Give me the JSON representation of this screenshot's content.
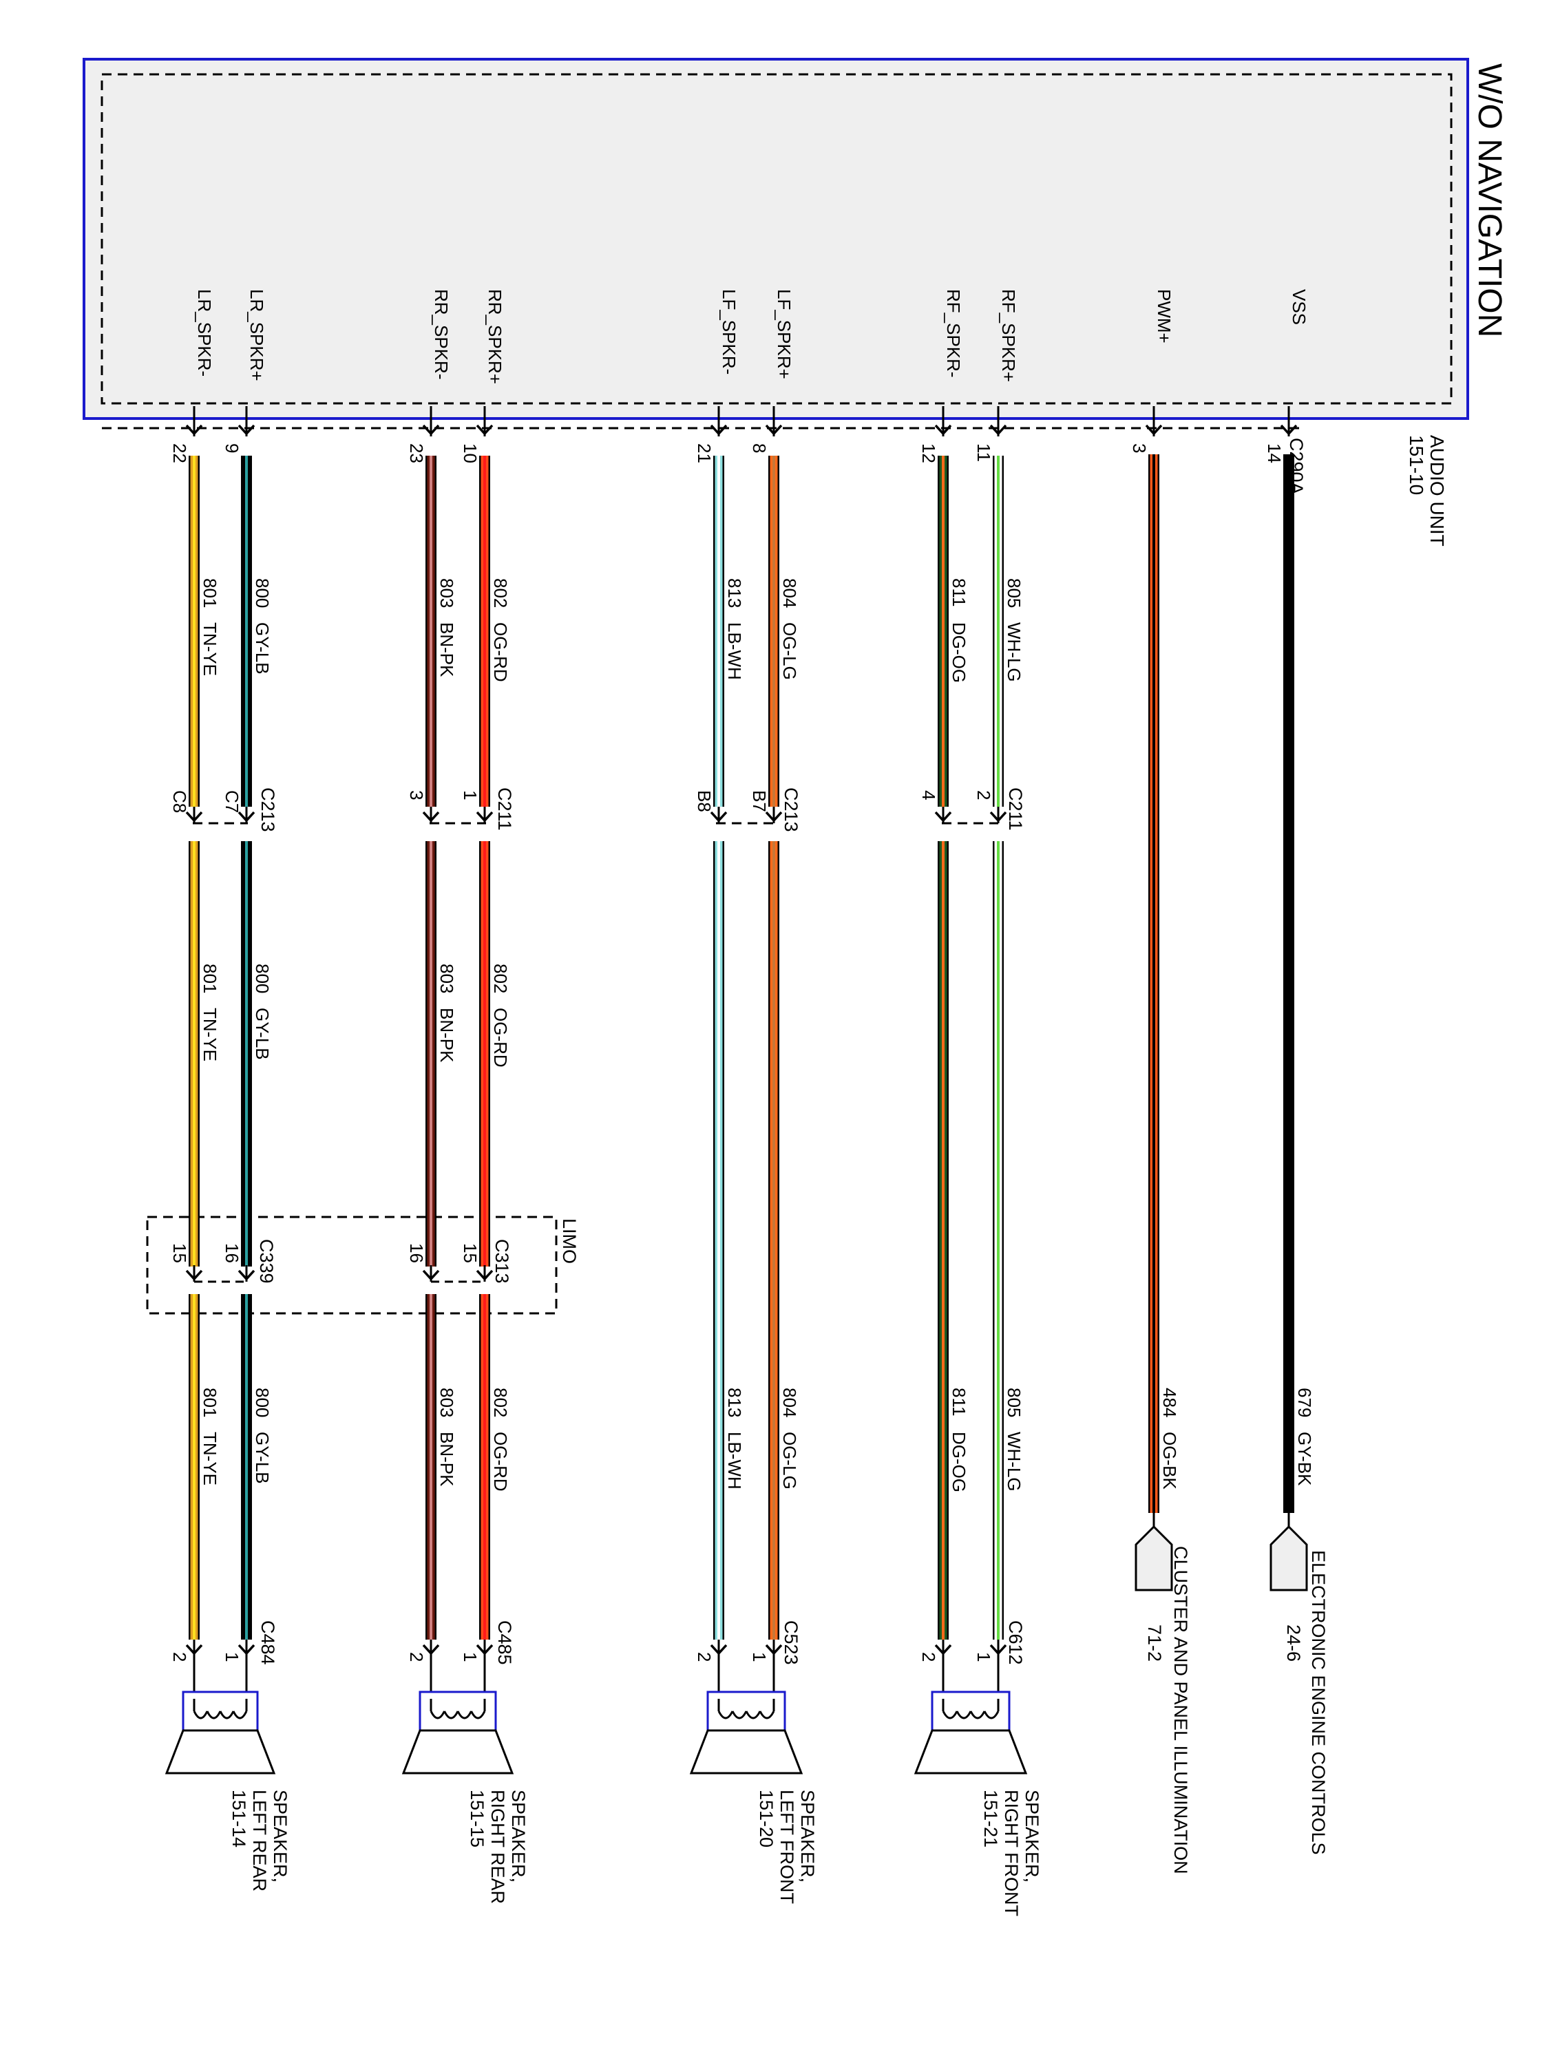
{
  "header": {
    "title": "W/O NAVIGATION",
    "unit_name": "AUDIO UNIT",
    "unit_ref": "151-10",
    "limo_label": "LIMO"
  },
  "connectors": {
    "audio_unit": "C290A",
    "c211": "C211",
    "c213": "C213",
    "c339": "C339",
    "c313": "C313",
    "c484": "C484",
    "c485": "C485",
    "c523": "C523",
    "c612": "C612"
  },
  "wires": [
    {
      "key": "vss",
      "signal": "VSS",
      "pin": "14",
      "circuit": "679",
      "color_code": "GY-BK",
      "colors": [
        "#000000"
      ]
    },
    {
      "key": "pwm",
      "signal": "PWM+",
      "pin": "3",
      "circuit": "484",
      "color_code": "OG-BK",
      "colors": [
        "#ff5a1a",
        "#000000"
      ]
    },
    {
      "key": "rf_pos",
      "signal": "RF_SPKR+",
      "pin": "11",
      "circuit": "805",
      "color_code": "WH-LG",
      "colors": [
        "#ffffff",
        "#66dd44"
      ],
      "mid_pin": "2"
    },
    {
      "key": "rf_neg",
      "signal": "RF_SPKR-",
      "pin": "12",
      "circuit": "811",
      "color_code": "DG-OG",
      "colors": [
        "#1e5a22",
        "#ff6a1a"
      ],
      "mid_pin": "4"
    },
    {
      "key": "lf_pos",
      "signal": "LF_SPKR+",
      "pin": "8",
      "circuit": "804",
      "color_code": "OG-LG",
      "colors": [
        "#ff6a1a",
        "#c87838"
      ],
      "mid_pin": "B7"
    },
    {
      "key": "lf_neg",
      "signal": "LF_SPKR-",
      "pin": "21",
      "circuit": "813",
      "color_code": "LB-WH",
      "colors": [
        "#8ee0e0",
        "#ffffff"
      ],
      "mid_pin": "B8"
    },
    {
      "key": "rr_pos",
      "signal": "RR_SPKR+",
      "pin": "10",
      "circuit": "802",
      "color_code": "OG-RD",
      "colors": [
        "#ff4a1a",
        "#ff1a1a"
      ],
      "mid_pin": "1",
      "limo_pin": "15"
    },
    {
      "key": "rr_neg",
      "signal": "RR_SPKR-",
      "pin": "23",
      "circuit": "803",
      "color_code": "BN-PK",
      "colors": [
        "#6b1a10",
        "#d08080"
      ],
      "mid_pin": "3",
      "limo_pin": "16"
    },
    {
      "key": "lr_pos",
      "signal": "LR_SPKR+",
      "pin": "9",
      "circuit": "800",
      "color_code": "GY-LB",
      "colors": [
        "#000000",
        "#2aa0a0"
      ],
      "mid_pin": "C7",
      "limo_pin": "16"
    },
    {
      "key": "lr_neg",
      "signal": "LR_SPKR-",
      "pin": "22",
      "circuit": "801",
      "color_code": "TN-YE",
      "colors": [
        "#e0a020",
        "#ffe020"
      ],
      "mid_pin": "C8",
      "limo_pin": "15"
    }
  ],
  "destinations": {
    "vss_name": "ELECTRONIC ENGINE CONTROLS",
    "vss_ref": "24-6",
    "pwm_name": "CLUSTER AND PANEL ILLUMINATION",
    "pwm_ref": "71-2"
  },
  "speakers": [
    {
      "key": "rf",
      "line1": "SPEAKER,",
      "line2": "RIGHT FRONT",
      "ref": "151-21",
      "pin_pos": "1",
      "pin_neg": "2"
    },
    {
      "key": "lf",
      "line1": "SPEAKER,",
      "line2": "LEFT FRONT",
      "ref": "151-20",
      "pin_pos": "1",
      "pin_neg": "2"
    },
    {
      "key": "rr",
      "line1": "SPEAKER,",
      "line2": "RIGHT REAR",
      "ref": "151-15",
      "pin_pos": "1",
      "pin_neg": "2"
    },
    {
      "key": "lr",
      "line1": "SPEAKER,",
      "line2": "LEFT REAR",
      "ref": "151-14",
      "pin_pos": "1",
      "pin_neg": "2"
    }
  ]
}
